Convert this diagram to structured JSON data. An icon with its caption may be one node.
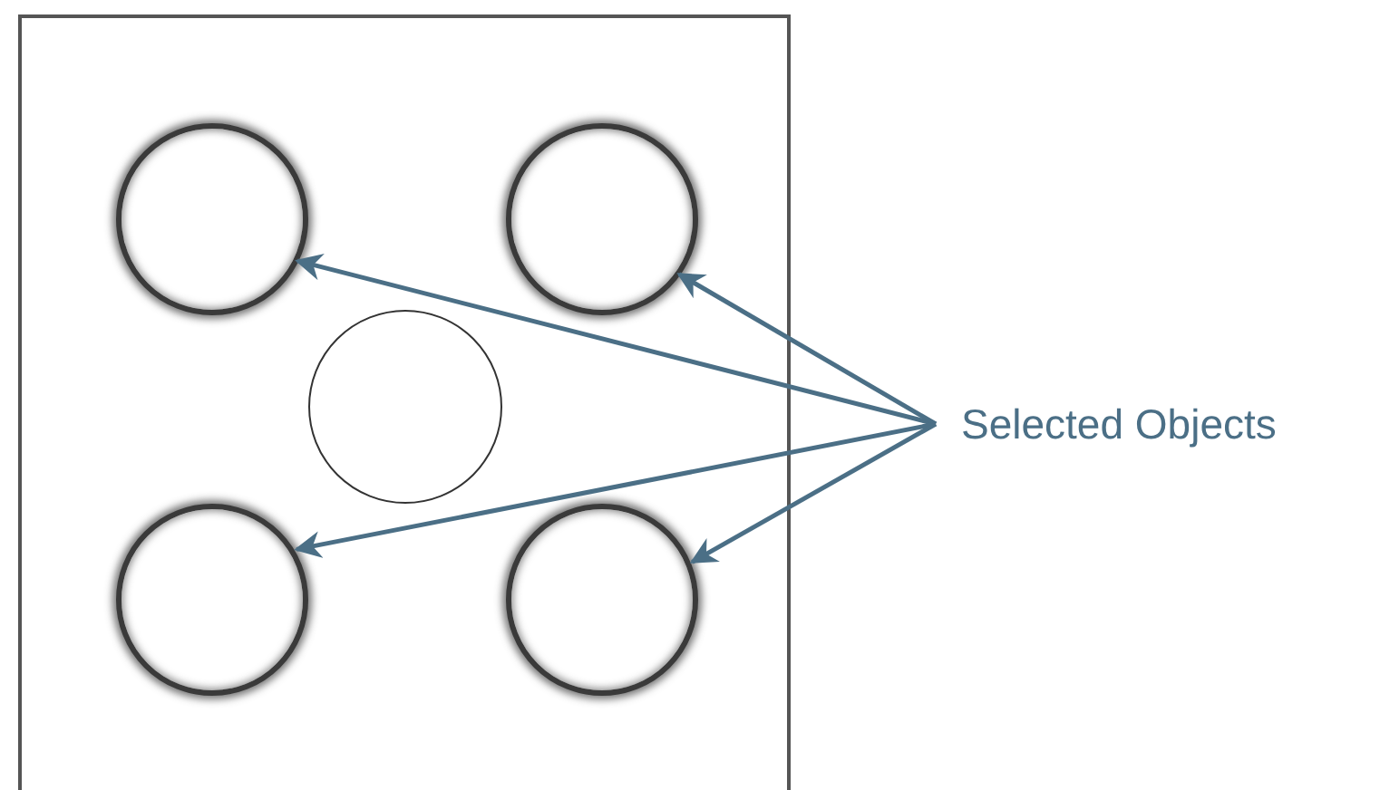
{
  "diagram": {
    "nodes": [
      {
        "text": [],
        "shape": "box"
      },
      {
        "text": [],
        "shape": "circle",
        "in": 0
      },
      {
        "text": [],
        "shape": "circle",
        "in": 0
      },
      {
        "text": [],
        "shape": "circle",
        "in": 0
      },
      {
        "text": [],
        "shape": "circle",
        "in": 0
      },
      {
        "text": [],
        "shape": "circle",
        "in": 0
      },
      {
        "text": [
          "Selected Objects"
        ]
      }
    ],
    "edges": [
      {
        "from": 6,
        "to": 1,
        "arrow": "to"
      },
      {
        "from": 6,
        "to": 2,
        "arrow": "to"
      },
      {
        "from": 6,
        "to": 4,
        "arrow": "to"
      },
      {
        "from": 6,
        "to": 5,
        "arrow": "to"
      }
    ]
  }
}
